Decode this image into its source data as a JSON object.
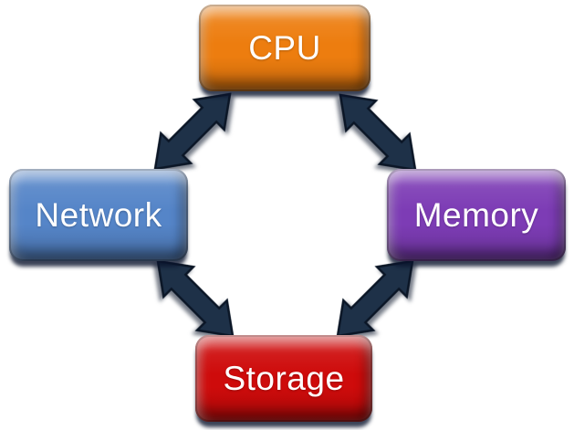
{
  "diagram": {
    "type": "cycle",
    "background_color": "#FFFFFF",
    "nodes": {
      "cpu": {
        "label": "CPU",
        "color": "#ED7D0F",
        "text_color": "#FFFFFF",
        "position": "top"
      },
      "network": {
        "label": "Network",
        "color": "#5585C8",
        "text_color": "#FFFFFF",
        "position": "left"
      },
      "memory": {
        "label": "Memory",
        "color": "#7D3CB5",
        "text_color": "#FFFFFF",
        "position": "right"
      },
      "storage": {
        "label": "Storage",
        "color": "#CE0B0B",
        "text_color": "#FFFFFF",
        "position": "bottom"
      }
    },
    "arrows": {
      "color": "#1E3148",
      "outline_color": "#0B1626",
      "style": "double-headed",
      "connections": [
        {
          "from": "cpu",
          "to": "network"
        },
        {
          "from": "cpu",
          "to": "memory"
        },
        {
          "from": "network",
          "to": "storage"
        },
        {
          "from": "memory",
          "to": "storage"
        }
      ]
    }
  }
}
